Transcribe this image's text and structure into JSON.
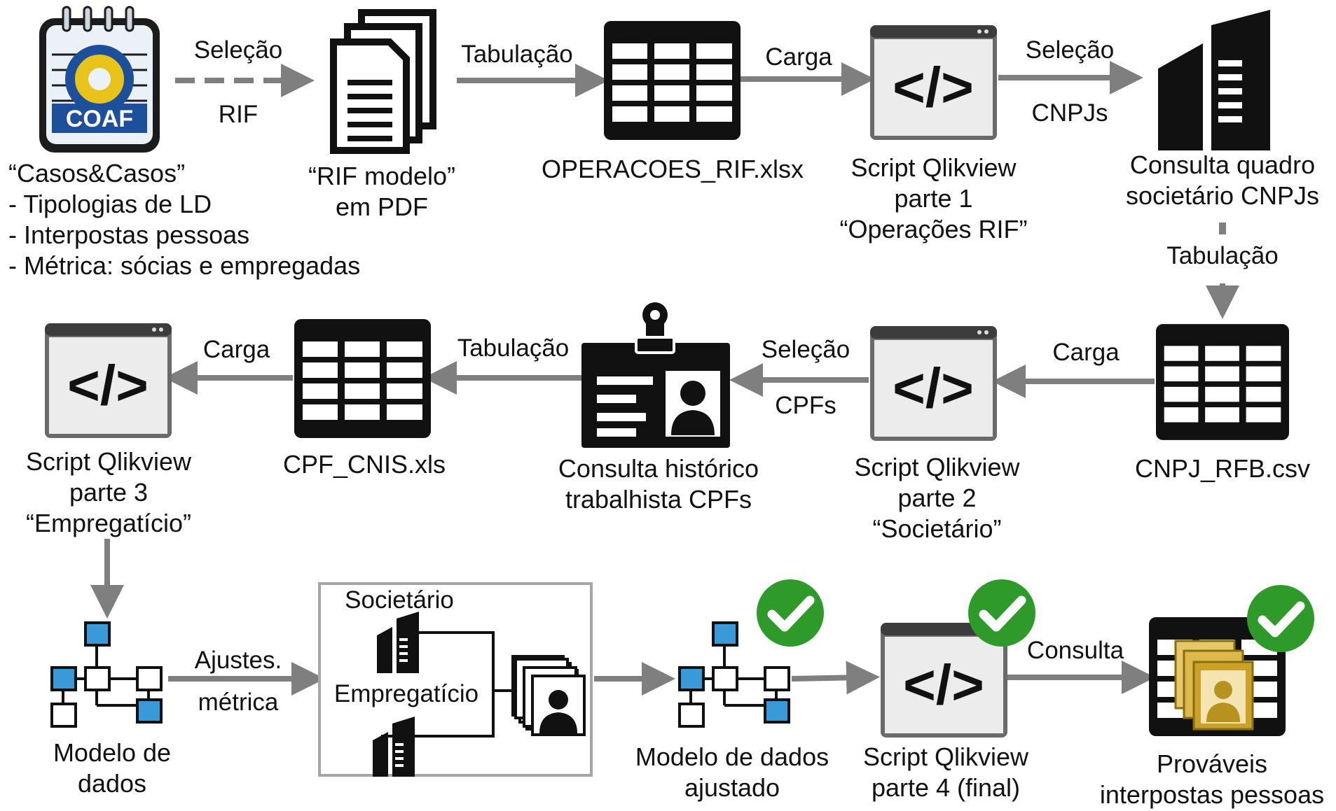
{
  "steps": {
    "coaf": {
      "logo_text": "COAF",
      "lines": [
        "“Casos&Casos”",
        "- Tipologias de LD",
        "- Interpostas pessoas",
        "- Métrica: sócias e empregadas"
      ]
    },
    "rif_pdf": {
      "lines": [
        "“RIF modelo”",
        "em PDF"
      ]
    },
    "operacoes": {
      "label": "OPERACOES_RIF.xlsx"
    },
    "script1": {
      "lines": [
        "Script Qlikview",
        "parte 1",
        "“Operações RIF”"
      ]
    },
    "consulta_cnpj": {
      "lines": [
        "Consulta quadro",
        "societário CNPJs"
      ]
    },
    "cnpj_rfb": {
      "label": "CNPJ_RFB.csv"
    },
    "script2": {
      "lines": [
        "Script Qlikview",
        "parte 2",
        "“Societário”"
      ]
    },
    "consulta_cpf": {
      "lines": [
        "Consulta histórico",
        "trabalhista CPFs"
      ]
    },
    "cpf_cnis": {
      "label": "CPF_CNIS.xls"
    },
    "script3": {
      "lines": [
        "Script Qlikview",
        "parte 3",
        "“Empregatício”"
      ]
    },
    "modelo": {
      "lines": [
        "Modelo de",
        "dados"
      ]
    },
    "metrica_box": {
      "societario": "Societário",
      "empregaticio": "Empregatício"
    },
    "modelo_ajustado": {
      "lines": [
        "Modelo de dados",
        "ajustado"
      ]
    },
    "script4": {
      "lines": [
        "Script Qlikview",
        "parte 4 (final)"
      ]
    },
    "provaveis": {
      "lines": [
        "Prováveis",
        "interpostas pessoas"
      ]
    }
  },
  "arrows": {
    "a1": {
      "top": "Seleção",
      "bottom": "RIF"
    },
    "a2": {
      "top": "Tabulação"
    },
    "a3": {
      "top": "Carga"
    },
    "a4": {
      "top": "Seleção",
      "bottom": "CNPJs"
    },
    "a5": {
      "label": "Tabulação"
    },
    "a6": {
      "top": "Carga"
    },
    "a7": {
      "top": "Seleção",
      "bottom": "CPFs"
    },
    "a8": {
      "top": "Tabulação"
    },
    "a9": {
      "top": "Carga"
    },
    "a10": {
      "top": "Ajustes.",
      "bottom": "métrica"
    },
    "a11": {
      "top": "Consulta"
    }
  },
  "colors": {
    "arrow": "#7f7f7f",
    "check_green": "#2e9a2a",
    "node_blue": "#3a9ad9",
    "document_gold": "#c9a227"
  },
  "icons": [
    "coaf-notepad-icon",
    "pdf-documents-icon",
    "table-icon",
    "code-window-icon",
    "building-icon",
    "id-badge-icon",
    "data-model-icon",
    "check-icon",
    "person-photo-icon"
  ]
}
